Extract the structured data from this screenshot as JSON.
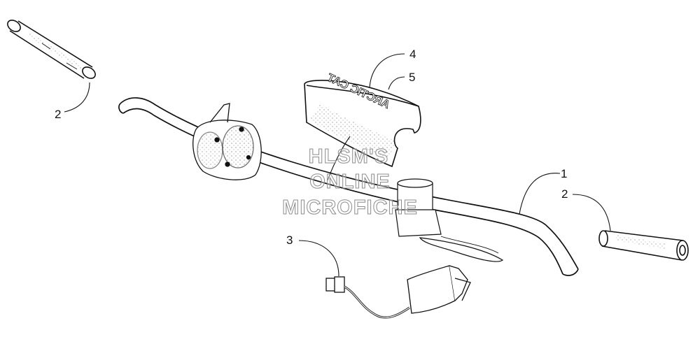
{
  "callouts": [
    {
      "id": "c1",
      "label": "1"
    },
    {
      "id": "c2a",
      "label": "2"
    },
    {
      "id": "c2b",
      "label": "2"
    },
    {
      "id": "c3",
      "label": "3"
    },
    {
      "id": "c4",
      "label": "4"
    },
    {
      "id": "c5",
      "label": "5"
    }
  ],
  "pad_logo_text": "ARCTIC CAT",
  "watermark": {
    "line1": "HLSM'S",
    "line2": "ONLINE",
    "line3": "MICROFICHE"
  },
  "colors": {
    "ink": "#111111",
    "watermark_outline": "#8c8c8c"
  }
}
